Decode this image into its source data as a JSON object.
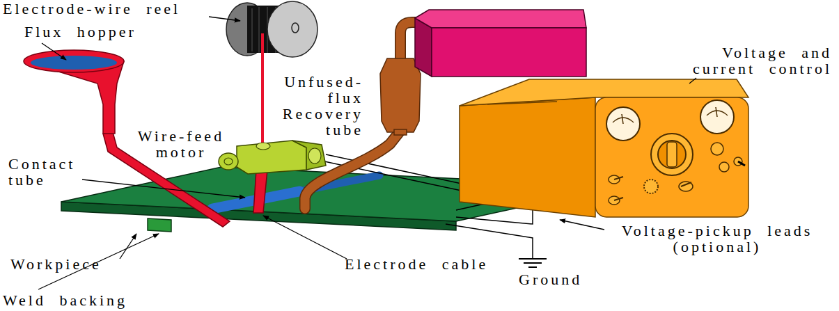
{
  "diagram": {
    "labels": [
      "Electrode-wire reel",
      "Flux hopper",
      "Unfused- flux Recovery tube",
      "Voltage and current control",
      "Wire-feed motor",
      "Contact tube",
      "Voltage-pickup leads (optional)",
      "Workpiece",
      "Electrode cable",
      "Ground",
      "Weld backing"
    ]
  }
}
